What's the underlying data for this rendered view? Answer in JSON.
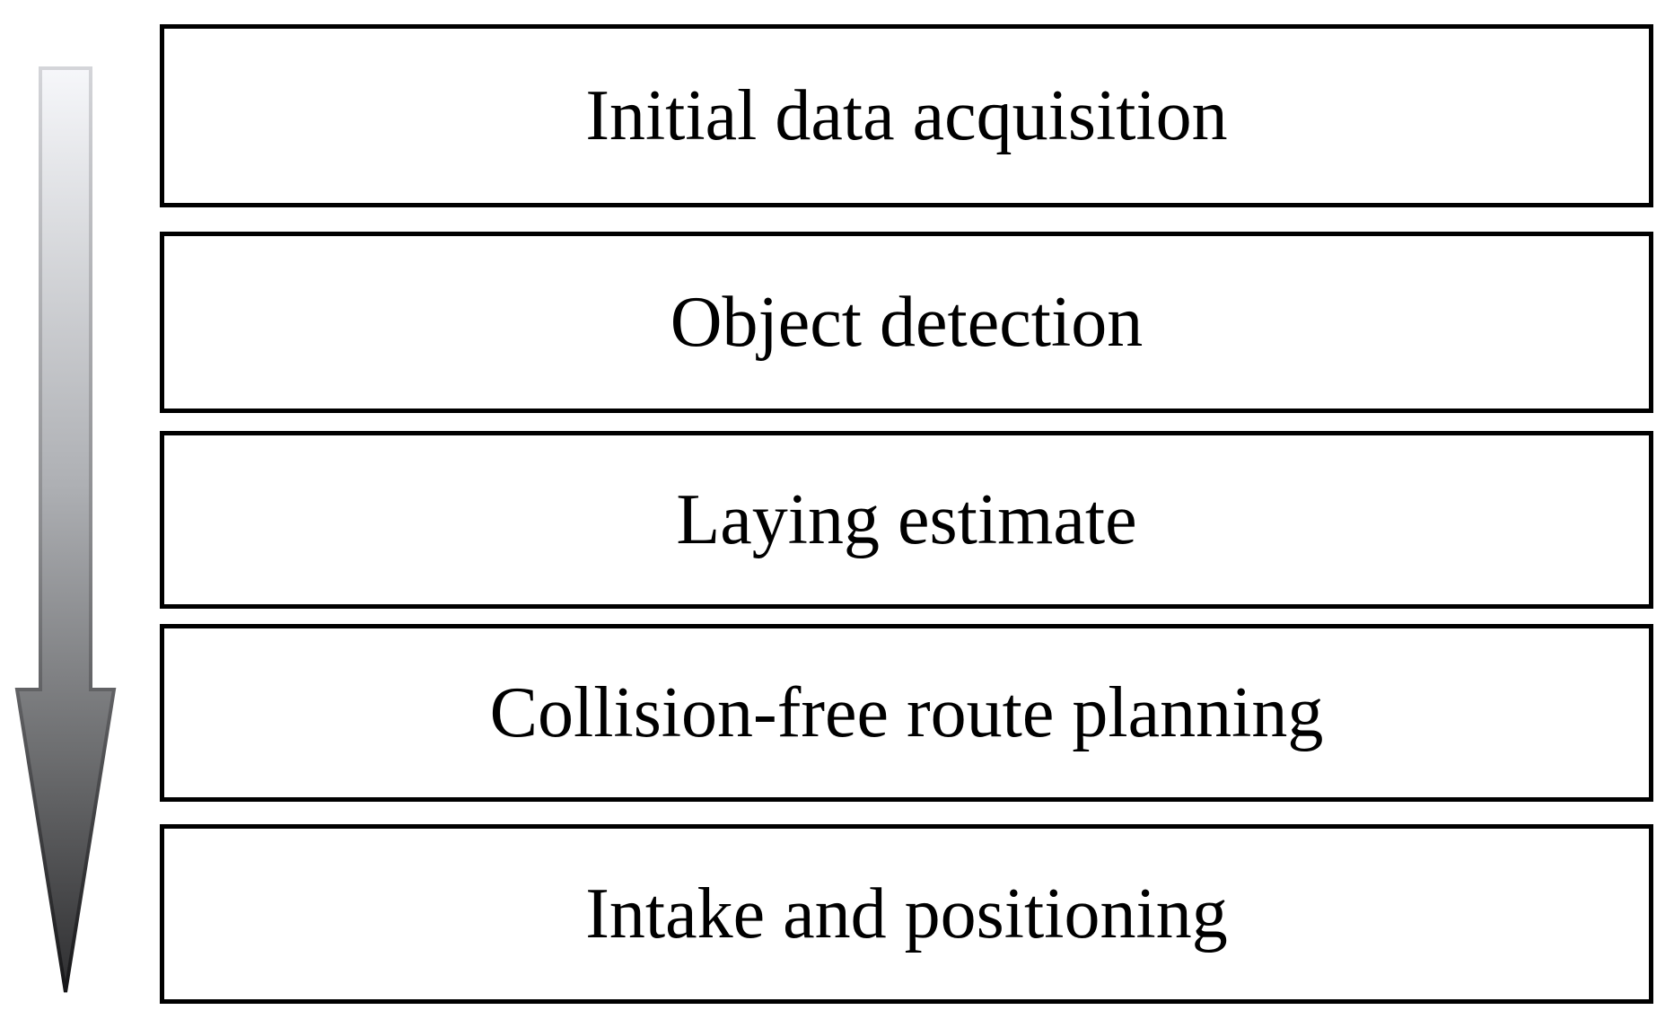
{
  "diagram": {
    "type": "flowchart",
    "flow_direction": "top-to-bottom",
    "steps": [
      {
        "label": "Initial data acquisition"
      },
      {
        "label": "Object detection"
      },
      {
        "label": "Laying estimate"
      },
      {
        "label": "Collision-free route planning"
      },
      {
        "label": "Intake and positioning"
      }
    ]
  },
  "colors": {
    "background": "#ffffff",
    "box_fill": "#ffffff",
    "box_border": "#000000",
    "text": "#000000",
    "arrow_fill_top": "#f6f7fa",
    "arrow_fill_mid": "#aeb0b4",
    "arrow_fill_lower": "#6b6c6e",
    "arrow_fill_bottom": "#2e2e30",
    "arrow_outline_top": "#d4d5d9",
    "arrow_outline_mid": "#8a8b8e",
    "arrow_outline_bottom": "#151517"
  }
}
